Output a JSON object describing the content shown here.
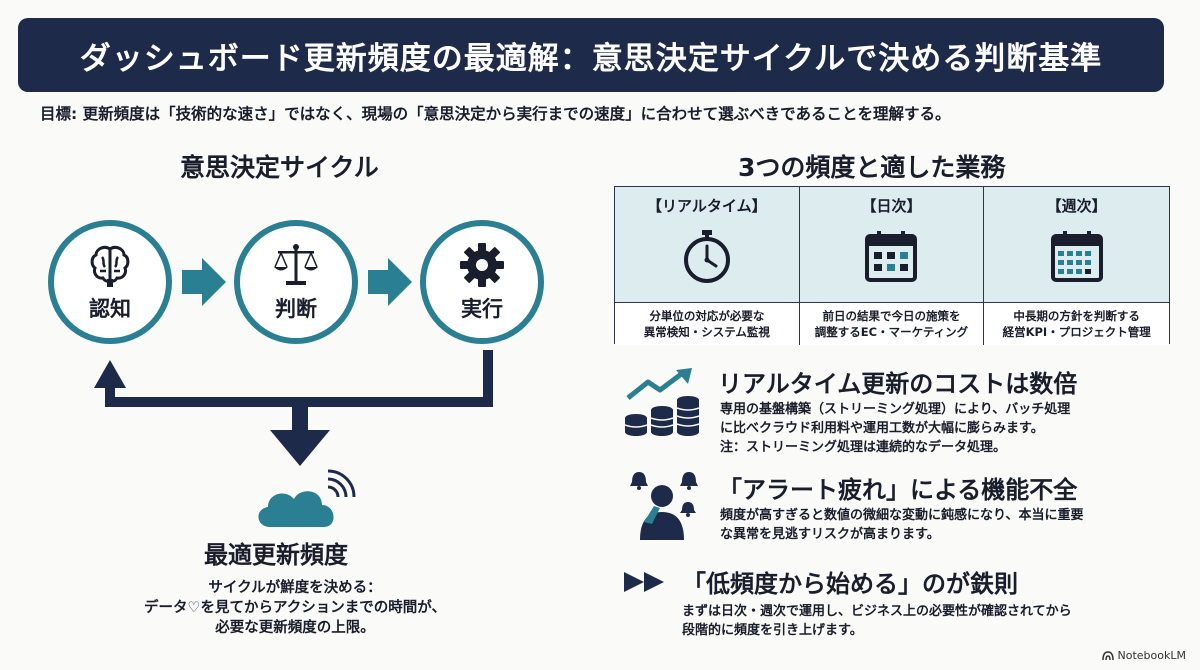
{
  "title": "ダッシュボード更新頻度の最適解：意思決定サイクルで決める判断基準",
  "goal": "目標: 更新頻度は「技術的な速さ」ではなく、現場の「意思決定から実行までの速度」に合わせて選ぶべきであることを理解する。",
  "cycle": {
    "heading": "意思決定サイクル",
    "steps": [
      {
        "label": "認知",
        "icon": "brain-icon"
      },
      {
        "label": "判断",
        "icon": "scales-icon"
      },
      {
        "label": "実行",
        "icon": "gear-icon"
      }
    ],
    "result_icon": "cloud-signal-icon",
    "result_title": "最適更新頻度",
    "result_desc_lines": [
      "サイクルが鮮度を決める：",
      "データ♡を見てからアクションまでの時間が、",
      "必要な更新頻度の上限。"
    ]
  },
  "frequencies": {
    "heading": "3つの頻度と適した業務",
    "items": [
      {
        "name": "【リアルタイム】",
        "icon": "stopwatch-icon",
        "desc_lines": [
          "分単位の対応が必要な",
          "異常検知・システム監視"
        ]
      },
      {
        "name": "【日次】",
        "icon": "calendar-daily-icon",
        "desc_lines": [
          "前日の結果で今日の施策を",
          "調整するEC・マーケティング"
        ]
      },
      {
        "name": "【週次】",
        "icon": "calendar-weekly-icon",
        "desc_lines": [
          "中長期の方針を判断する",
          "経営KPI・プロジェクト管理"
        ]
      }
    ]
  },
  "points": [
    {
      "icon": "growth-coins-icon",
      "title": "リアルタイム更新のコストは数倍",
      "lines": [
        "専用の基盤構築（ストリーミング処理）により、バッチ処理",
        "に比べクラウド利用料や運用工数が大幅に膨らみます。",
        "注：ストリーミング処理は連続的なデータ処理。"
      ]
    },
    {
      "icon": "alert-fatigue-icon",
      "title": "「アラート疲れ」による機能不全",
      "lines": [
        "頻度が高すぎると数値の微細な変動に鈍感になり、本当に重要",
        "な異常を見逃すリスクが高まります。"
      ]
    },
    {
      "icon": "fast-forward-icon",
      "title": "「低頻度から始める」のが鉄則",
      "lines": [
        "まずは日次・週次で運用し、ビジネス上の必要性が確認されてから",
        "段階的に頻度を引き上げます。"
      ]
    }
  ],
  "brand": "NotebookLM",
  "colors": {
    "navy": "#1e2a4a",
    "teal": "#2a7f92",
    "light_teal": "#dcecef",
    "dark": "#1a1d2b"
  }
}
